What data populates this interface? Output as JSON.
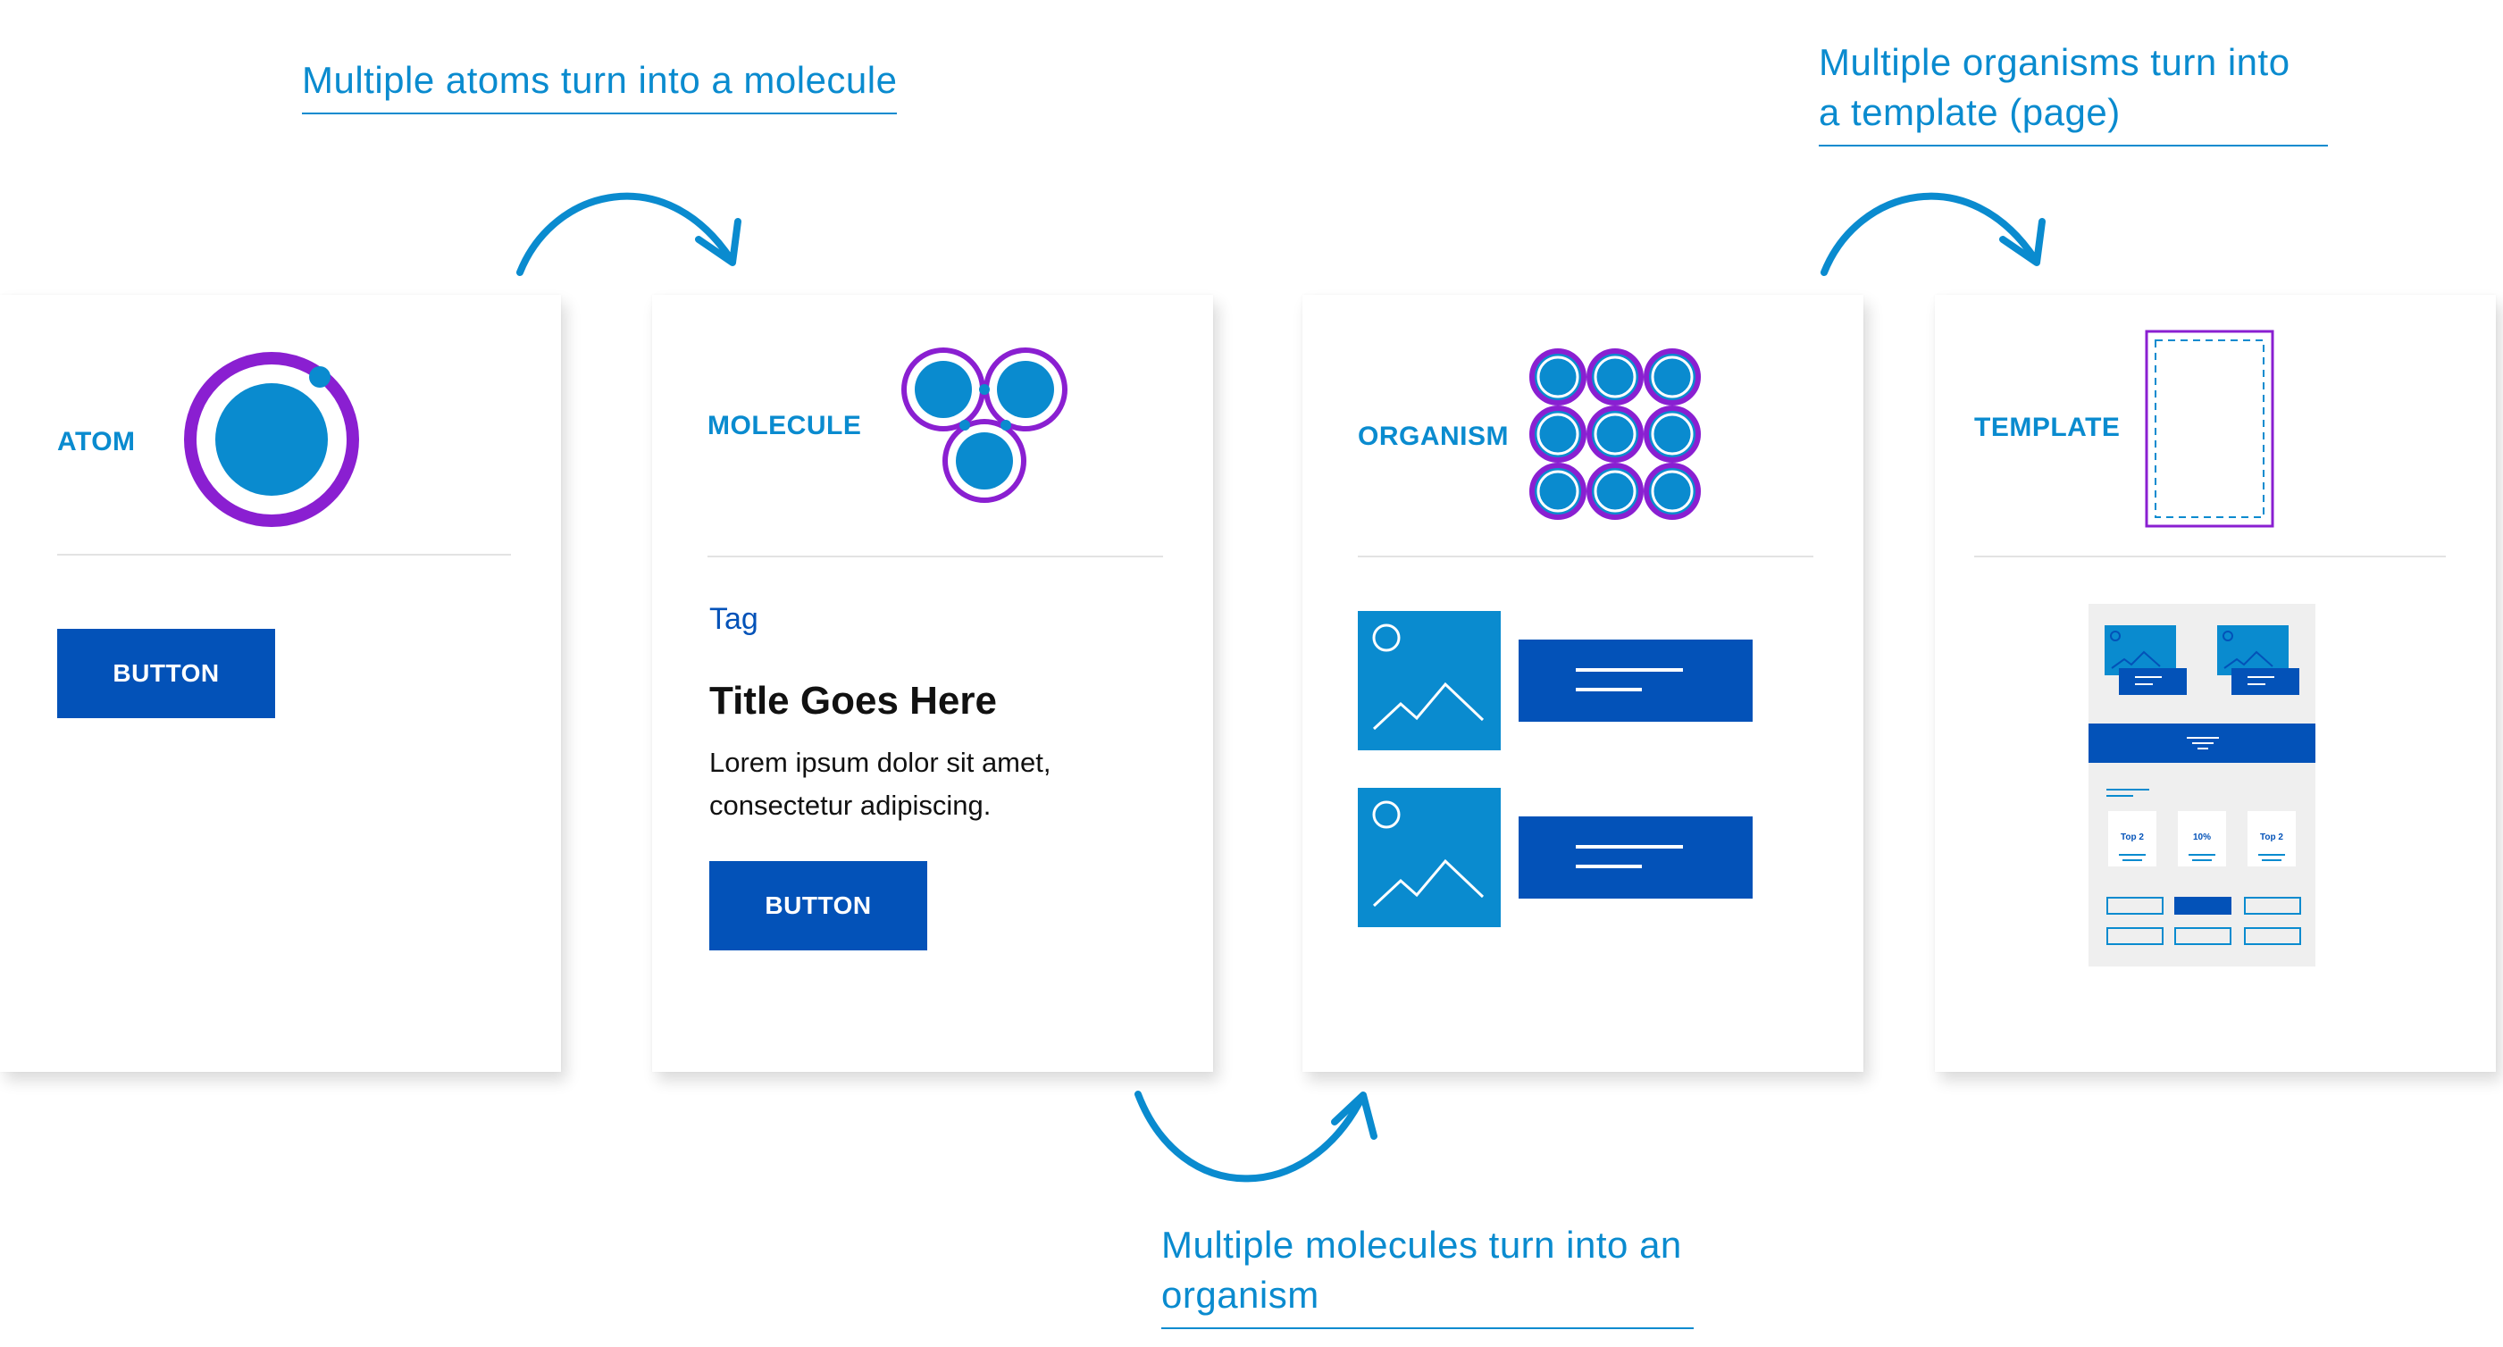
{
  "captions": {
    "atoms_to_molecule": "Multiple atoms turn into a molecule",
    "molecules_to_organism_line1": "Multiple molecules turn into an",
    "molecules_to_organism_line2": "organism",
    "organisms_to_template_line1": "Multiple organisms turn into",
    "organisms_to_template_line2": "a template (page)"
  },
  "cards": {
    "atom": {
      "title": "ATOM",
      "button_label": "BUTTON"
    },
    "molecule": {
      "title": "MOLECULE",
      "tag": "Tag",
      "heading": "Title Goes Here",
      "body": "Lorem ipsum dolor sit amet, consectetur adipiscing.",
      "button_label": "BUTTON"
    },
    "organism": {
      "title": "ORGANISM"
    },
    "template": {
      "title": "TEMPLATE",
      "mini_labels": [
        "Top 2",
        "10%",
        "Top 2"
      ]
    }
  },
  "colors": {
    "accent": "#0a8bcf",
    "button": "#0352b8",
    "purple": "#8a1fd1",
    "image_blue": "#0a8bcf",
    "divider": "#e3e3e3"
  },
  "icons": [
    "atom-icon",
    "molecule-icon",
    "organism-icon",
    "template-icon",
    "arrow-icon",
    "image-placeholder-icon"
  ]
}
